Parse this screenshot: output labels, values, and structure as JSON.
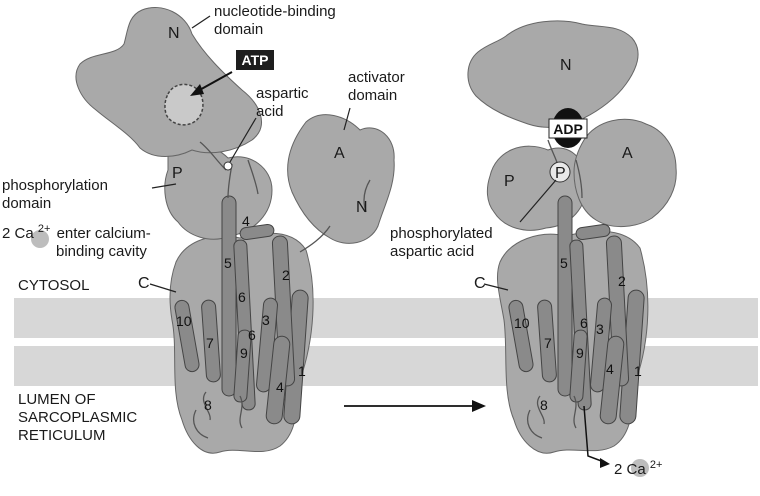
{
  "labels": {
    "nucleotide_binding_1": "nucleotide-binding",
    "nucleotide_binding_2": "domain",
    "atp": "ATP",
    "adp": "ADP",
    "aspartic_1": "aspartic",
    "aspartic_2": "acid",
    "activator_1": "activator",
    "activator_2": "domain",
    "phosphorylation_1": "phosphorylation",
    "phosphorylation_2": "domain",
    "ca_enter_prefix": "2 Ca",
    "ca_charge": "2+",
    "ca_enter_1": "enter calcium-",
    "ca_enter_2": "binding cavity",
    "cytosol": "CYTOSOL",
    "lumen_1": "LUMEN OF",
    "lumen_2": "SARCOPLASMIC",
    "lumen_3": "RETICULUM",
    "phosphorylated_1": "phosphorylated",
    "phosphorylated_2": "aspartic acid",
    "ca_release_prefix": "2 Ca",
    "ca_release_charge": "2+"
  },
  "domains": {
    "n": "N",
    "p": "P",
    "a": "A",
    "n_terminus": "N",
    "c_terminus": "C"
  },
  "helices": [
    "1",
    "2",
    "3",
    "4",
    "5",
    "6",
    "7",
    "8",
    "9",
    "10"
  ],
  "extra_helix_labels": [
    "6"
  ]
}
